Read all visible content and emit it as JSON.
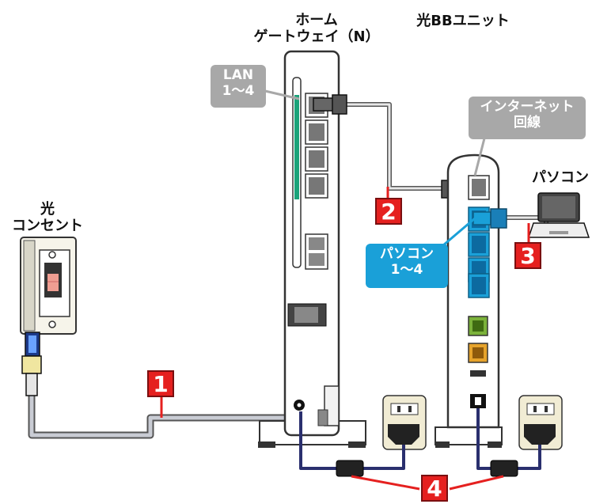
{
  "labels": {
    "home_gateway_line1": "ホーム",
    "home_gateway_line2": "ゲートウェイ（N）",
    "hikari_bb_unit": "光BBユニット",
    "outlet_line1": "光",
    "outlet_line2": "コンセント",
    "pc": "パソコン"
  },
  "callouts": {
    "lan_line1": "LAN",
    "lan_line2": "1〜4",
    "internet_line1": "インターネット",
    "internet_line2": "回線",
    "pc_port_line1": "パソコン",
    "pc_port_line2": "1〜4"
  },
  "steps": [
    "1",
    "2",
    "3",
    "4"
  ],
  "colors": {
    "step_red": "#e5201f",
    "lan_green": "#1aa37a",
    "pc_port_blue": "#1aa0d8",
    "callout_gray": "#a8a8a8",
    "power_cable": "#2a2f6e"
  }
}
